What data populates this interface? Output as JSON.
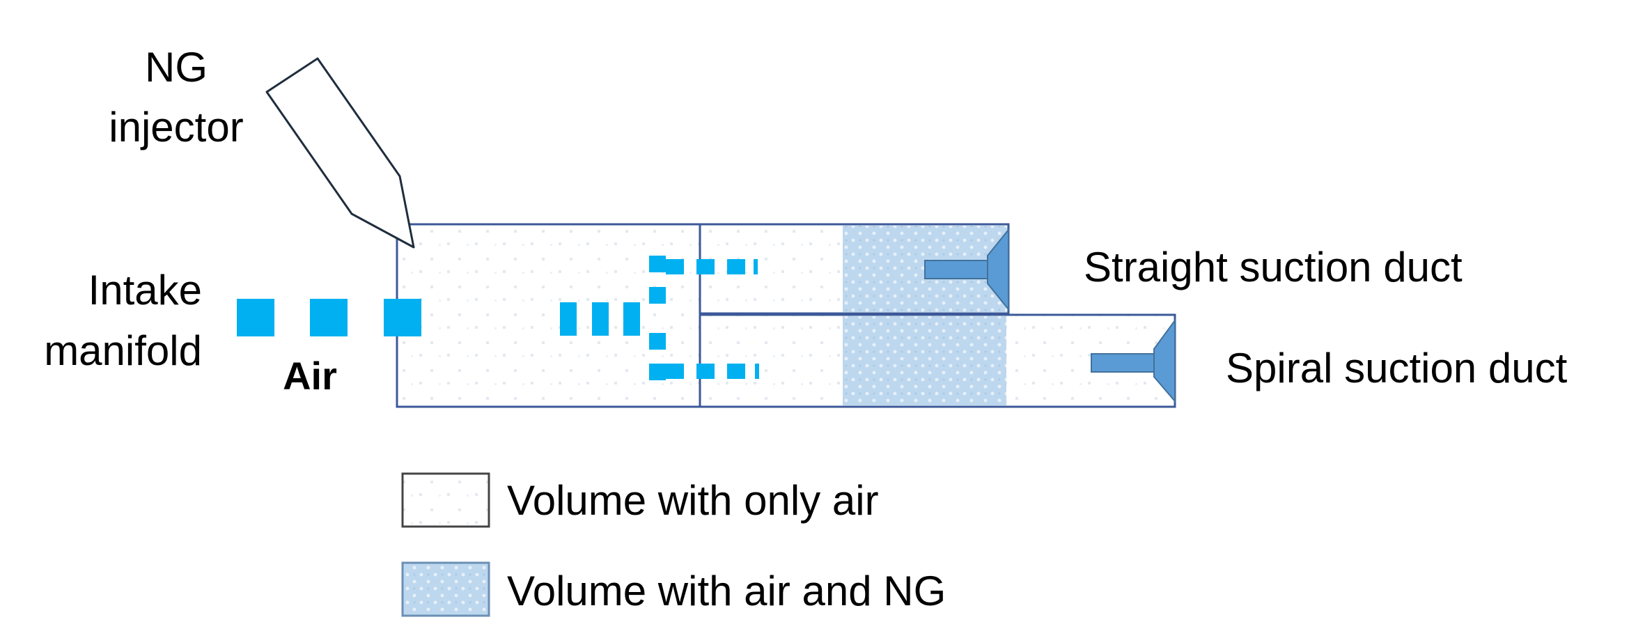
{
  "labels": {
    "injector_line1": "NG",
    "injector_line2": "injector",
    "intake_line1": "Intake",
    "intake_line2": "manifold",
    "air": "Air",
    "straight_duct": "Straight suction duct",
    "spiral_duct": "Spiral suction duct"
  },
  "legend": [
    {
      "label": "Volume with only air",
      "kind": "air-only"
    },
    {
      "label": "Volume with air and NG",
      "kind": "air-ng"
    }
  ],
  "colors": {
    "outline": "#3b5998",
    "air_flow": "#00b0f0",
    "valve": "#5b9bd5",
    "valve_edge": "#41719c",
    "air_ng_fill": "#bdd7ee",
    "air_only_fill": "#ffffff",
    "injector_stroke": "#1f2d3d"
  }
}
